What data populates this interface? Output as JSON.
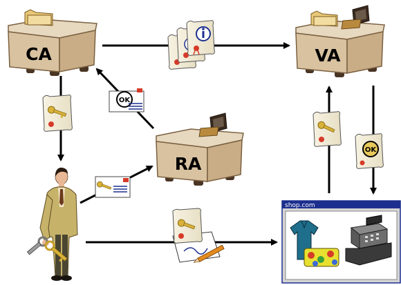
{
  "nodes": {
    "ca": {
      "label": "CA"
    },
    "va": {
      "label": "VA"
    },
    "ra": {
      "label": "RA"
    },
    "shop": {
      "title": "shop.com"
    }
  },
  "icons": {
    "cert_info": "certificate-info-icon",
    "cert_key": "certificate-key-icon",
    "envelope_ok": "envelope-ok-icon",
    "envelope_key": "envelope-key-icon",
    "cert_ok": "certificate-ok-icon",
    "signed_doc": "signed-document-icon",
    "person": "person-icon",
    "keys": "keys-icon",
    "clothes": "clothes-icon",
    "cash_register": "cash-register-icon",
    "monitor": "monitor-icon",
    "folder": "folder-icon"
  },
  "colors": {
    "desk_top": "#e7d8c0",
    "desk_side": "#c9ad86",
    "desk_front": "#d8c2a0",
    "desk_feet": "#4a3524",
    "window_border": "#1c2f8f",
    "key_gold": "#d8b23a",
    "seal_red": "#d63b2a"
  }
}
